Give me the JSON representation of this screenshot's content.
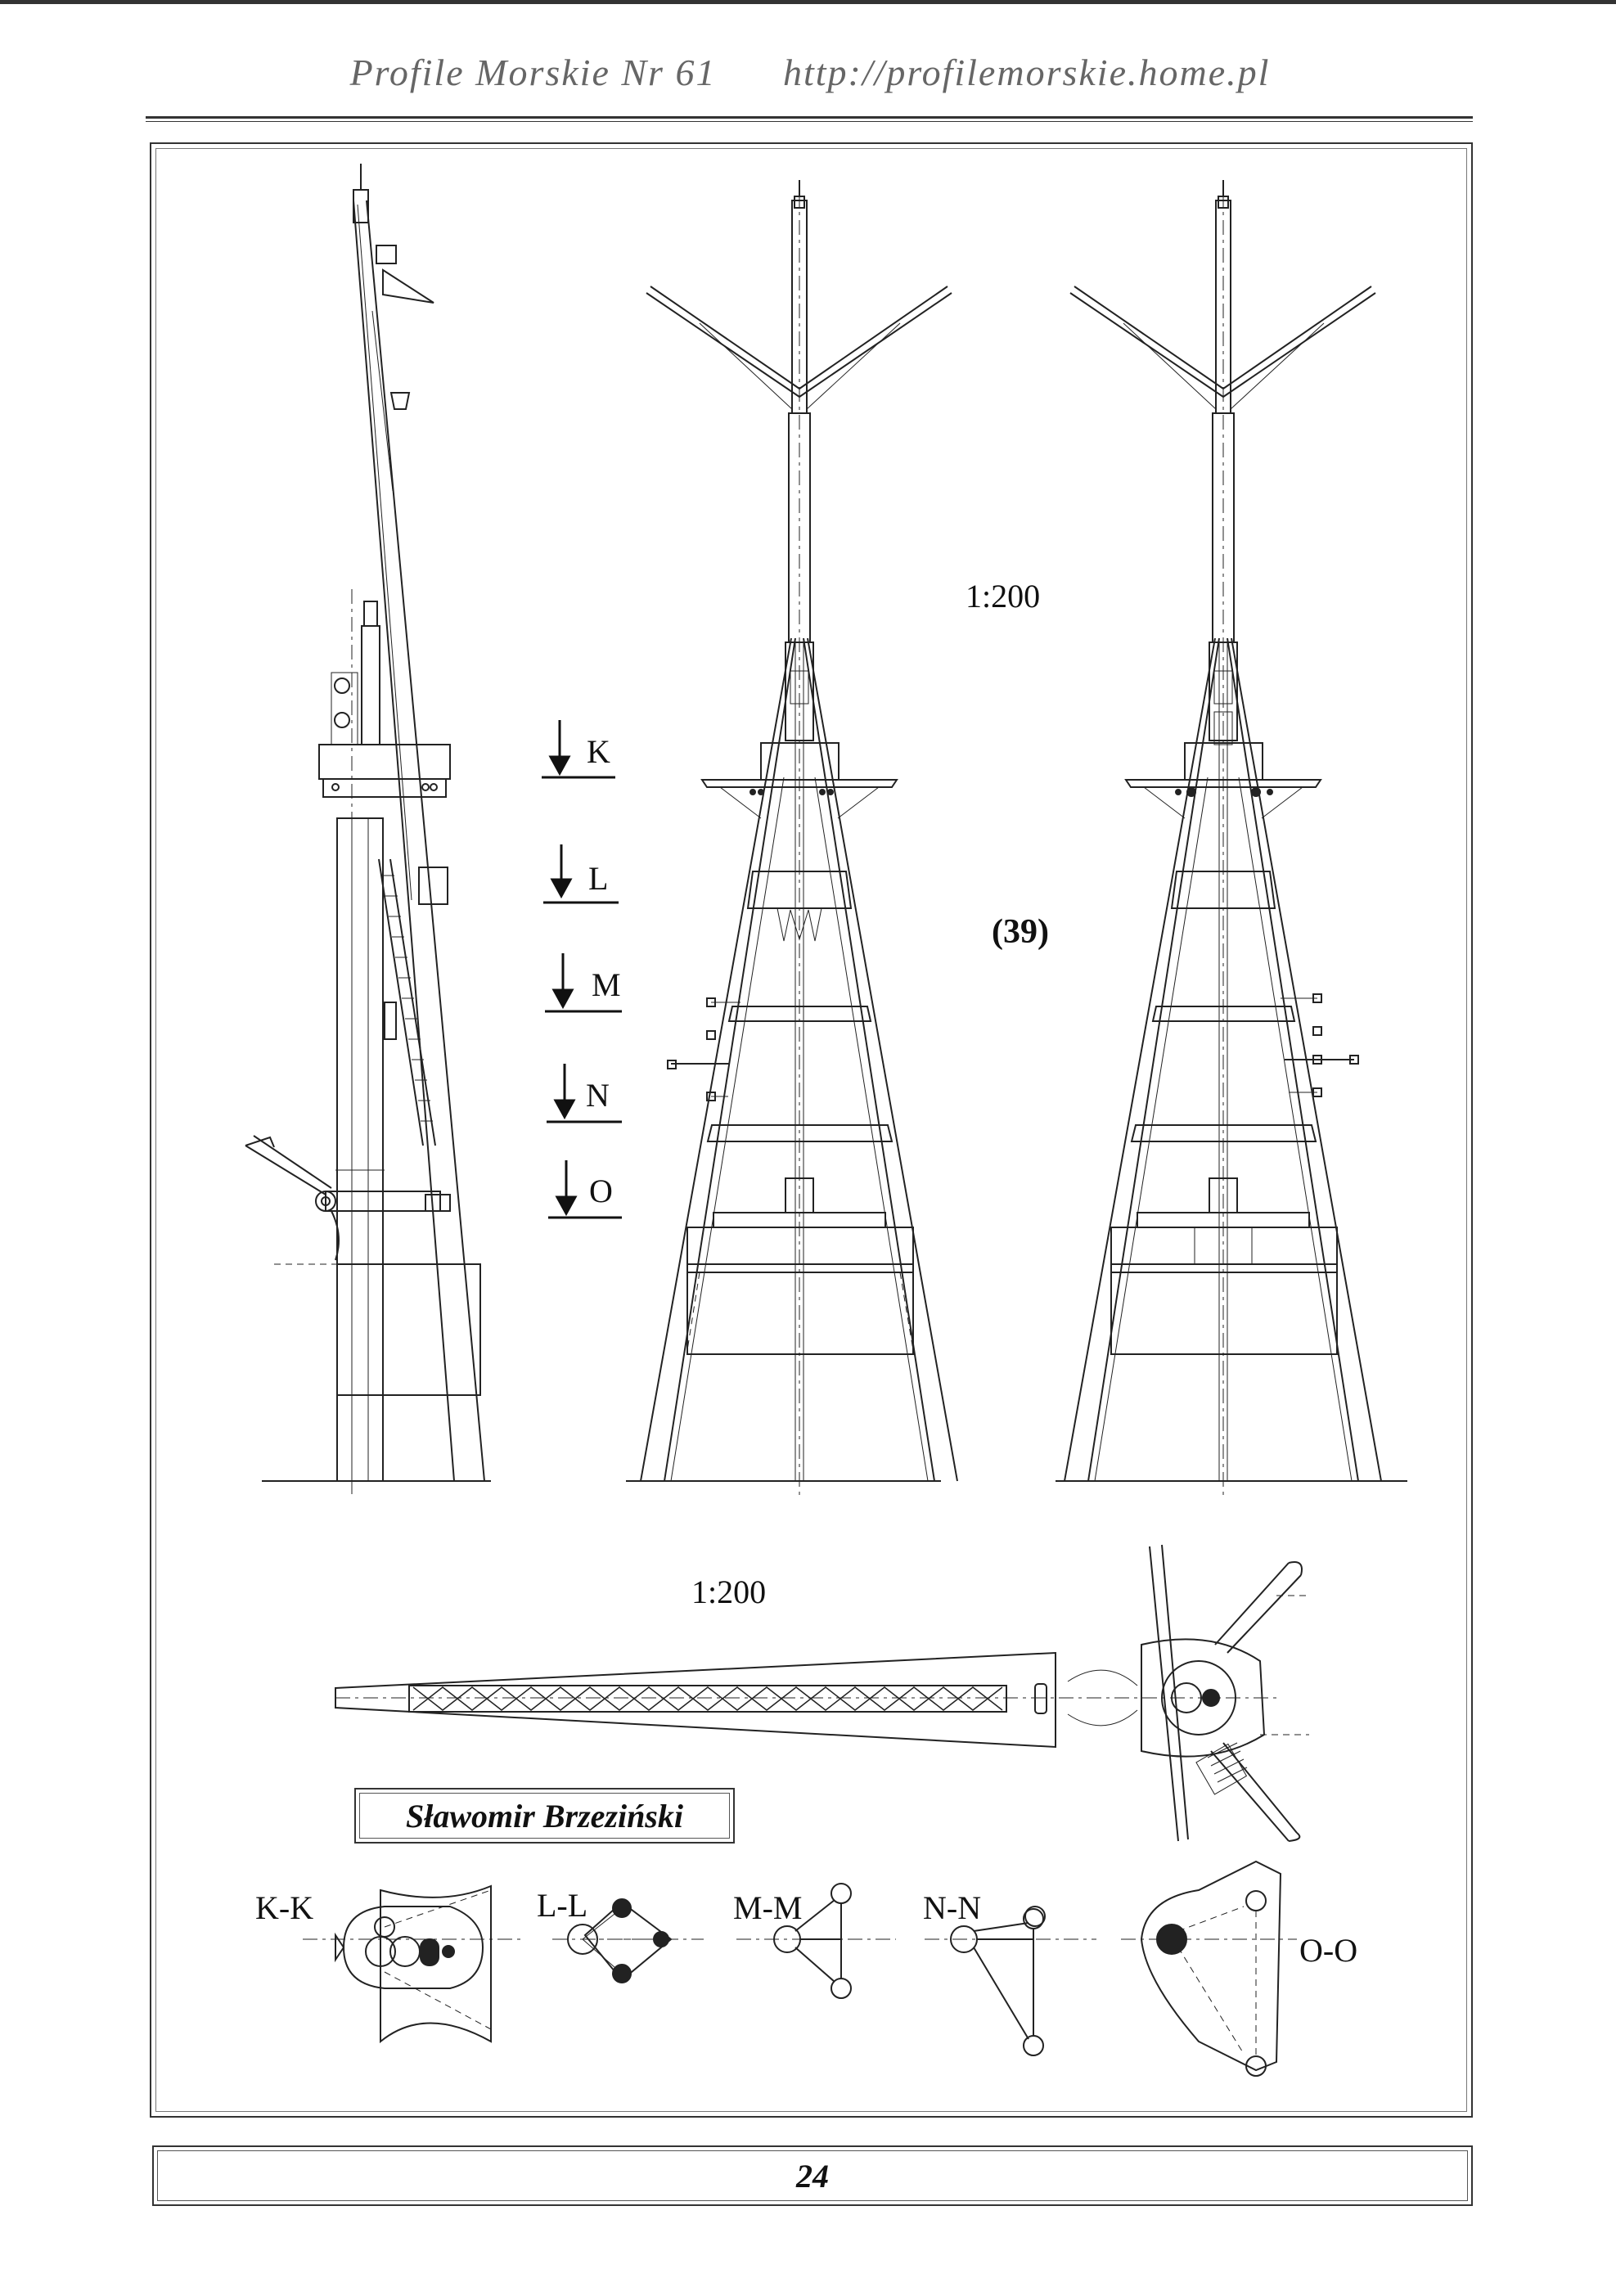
{
  "header": {
    "title": "Profile Morskie Nr 61",
    "url": "http://profilemorskie.home.pl"
  },
  "scales": {
    "upper": "1:200",
    "lower": "1:200"
  },
  "plate_number": "(39)",
  "section_markers": [
    "K",
    "L",
    "M",
    "N",
    "O"
  ],
  "section_views": [
    "K-K",
    "L-L",
    "M-M",
    "N-N",
    "O-O"
  ],
  "author": "Sławomir Brzeziński",
  "page_number": "24"
}
